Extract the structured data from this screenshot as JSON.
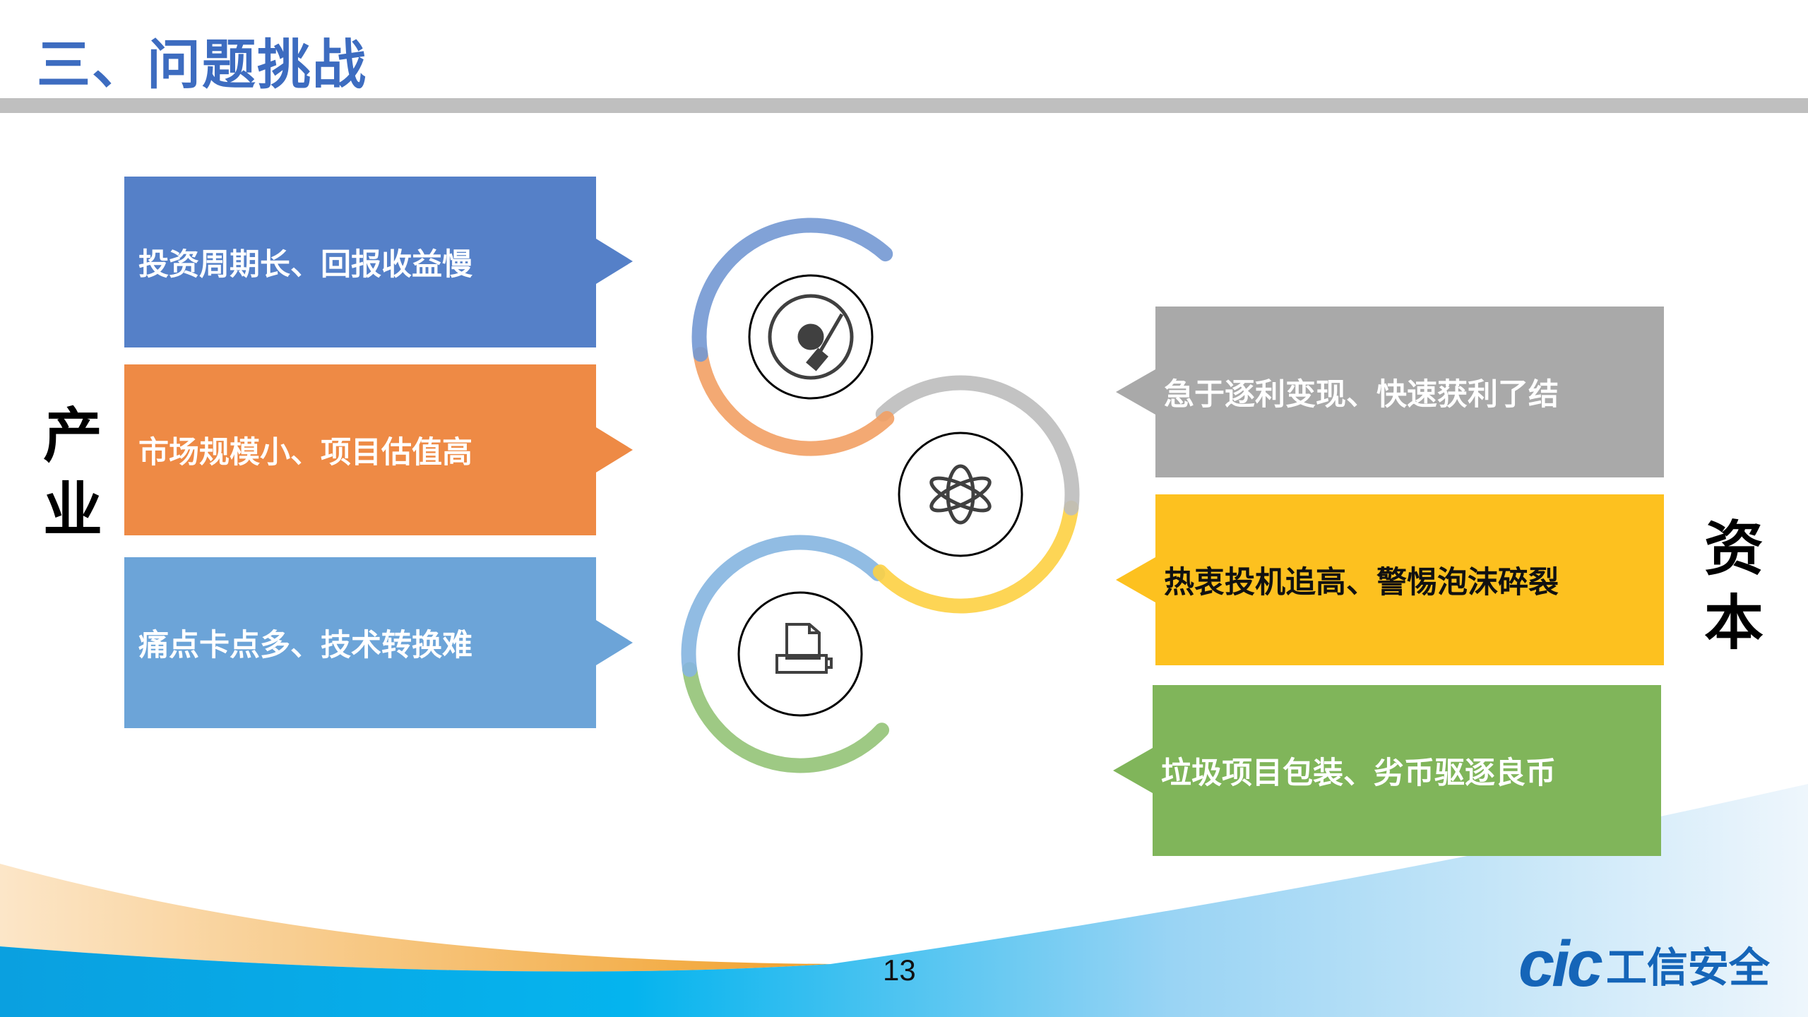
{
  "header": {
    "title": "三、问题挑战"
  },
  "left_label": "产业",
  "right_label": "资本",
  "industry_items": [
    {
      "text": "投资周期长、回报收益慢",
      "color": "#5580c8"
    },
    {
      "text": "市场规模小、项目估值高",
      "color": "#ee8a45"
    },
    {
      "text": "痛点卡点多、技术转换难",
      "color": "#6ca4d8"
    }
  ],
  "capital_items": [
    {
      "text": "急于逐利变现、快速获利了结",
      "color": "#a9a9a9"
    },
    {
      "text": "热衷投机追高、警惕泡沫碎裂",
      "color": "#fdc11f"
    },
    {
      "text": "垃圾项目包装、劣币驱逐良币",
      "color": "#80b55a"
    }
  ],
  "icons": [
    "turntable-icon",
    "atom-icon",
    "printer-icon"
  ],
  "footer": {
    "page_number": "13",
    "logo_latin": "cic",
    "logo_cn": "工信安全"
  }
}
